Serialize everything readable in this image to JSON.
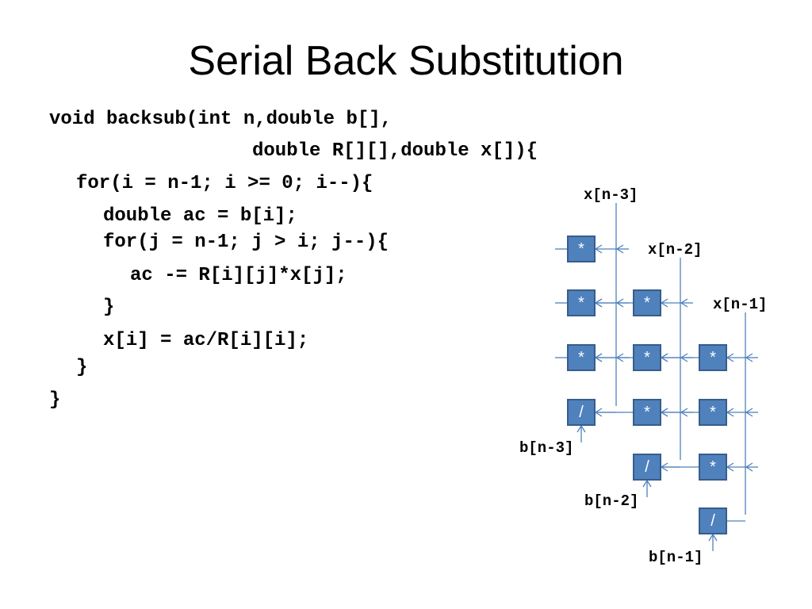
{
  "slide": {
    "title": "Serial Back Substitution"
  },
  "code": {
    "lines": [
      "void backsub(int n,double b[],",
      "double R[][],double x[]){",
      "for(i = n-1; i >= 0; i--){",
      "double ac = b[i];",
      "for(j = n-1; j > i; j--){",
      "ac -= R[i][j]*x[j];",
      "}",
      "x[i] = ac/R[i][i];",
      "}",
      "}"
    ]
  },
  "diagram": {
    "x_labels": [
      "x[n-3]",
      "x[n-2]",
      "x[n-1]"
    ],
    "b_labels": [
      "b[n-3]",
      "b[n-2]",
      "b[n-1]"
    ],
    "colors": {
      "box_fill": "#4f81bd",
      "box_stroke": "#385d8a",
      "wire": "#4f81bd"
    },
    "cells": [
      {
        "row": 0,
        "col": 0,
        "op": "*"
      },
      {
        "row": 1,
        "col": 0,
        "op": "*"
      },
      {
        "row": 1,
        "col": 1,
        "op": "*"
      },
      {
        "row": 2,
        "col": 0,
        "op": "*"
      },
      {
        "row": 2,
        "col": 1,
        "op": "*"
      },
      {
        "row": 2,
        "col": 2,
        "op": "*"
      },
      {
        "row": 3,
        "col": 0,
        "op": "/"
      },
      {
        "row": 3,
        "col": 1,
        "op": "*"
      },
      {
        "row": 3,
        "col": 2,
        "op": "*"
      },
      {
        "row": 4,
        "col": 1,
        "op": "/"
      },
      {
        "row": 4,
        "col": 2,
        "op": "*"
      },
      {
        "row": 5,
        "col": 2,
        "op": "/"
      }
    ]
  }
}
